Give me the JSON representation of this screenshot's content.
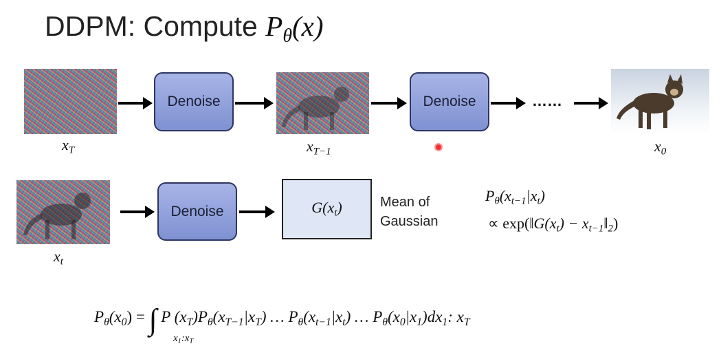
{
  "title": {
    "text": "DDPM: Compute ",
    "math": [
      [
        "P",
        ""
      ],
      [
        "θ",
        "sub"
      ],
      [
        "(x)",
        ""
      ]
    ]
  },
  "row1": {
    "denoise_1": "Denoise",
    "denoise_2": "Denoise",
    "ellipsis": "……",
    "label_xT": [
      [
        "x",
        ""
      ],
      [
        "T",
        "sub"
      ]
    ],
    "label_xT1": [
      [
        "x",
        ""
      ],
      [
        "T−1",
        "sub"
      ]
    ],
    "label_x0": [
      [
        "x",
        ""
      ],
      [
        "0",
        "sub"
      ]
    ]
  },
  "row2": {
    "denoise": "Denoise",
    "label_xt": [
      [
        "x",
        ""
      ],
      [
        "t",
        "sub"
      ]
    ],
    "g_box": [
      [
        "G(x",
        ""
      ],
      [
        "t",
        "sub"
      ],
      [
        ")",
        ""
      ]
    ],
    "mean_line1": "Mean of",
    "mean_line2": "Gaussian",
    "formula_line1": [
      [
        "P",
        ""
      ],
      [
        "θ",
        "sub"
      ],
      [
        "(x",
        ""
      ],
      [
        "t−1",
        "sub"
      ],
      [
        "|x",
        ""
      ],
      [
        "t",
        "sub"
      ],
      [
        ")",
        ""
      ]
    ],
    "formula_line2": [
      [
        "∝ exp(‖",
        "up"
      ],
      [
        "G(x",
        ""
      ],
      [
        "t",
        "sub"
      ],
      [
        ") − x",
        ""
      ],
      [
        "t−1",
        "sub"
      ],
      [
        "‖",
        "up"
      ],
      [
        "2",
        "sub"
      ],
      [
        ")",
        "up"
      ]
    ]
  },
  "bottom": {
    "formula": [
      [
        "P",
        ""
      ],
      [
        "θ",
        "sub"
      ],
      [
        "(x",
        ""
      ],
      [
        "0",
        "sub"
      ],
      [
        ") =  ",
        "up"
      ],
      [
        "∫",
        "up"
      ],
      [
        "  P (x",
        ""
      ],
      [
        "T",
        "sub"
      ],
      [
        ")P",
        ""
      ],
      [
        "θ",
        "sub"
      ],
      [
        "(x",
        ""
      ],
      [
        "T−1",
        "sub"
      ],
      [
        "|x",
        ""
      ],
      [
        "T",
        "sub"
      ],
      [
        ") … P",
        ""
      ],
      [
        "θ",
        "sub"
      ],
      [
        "(x",
        ""
      ],
      [
        "t−1",
        "sub"
      ],
      [
        "|x",
        ""
      ],
      [
        "t",
        "sub"
      ],
      [
        ") … P",
        ""
      ],
      [
        "θ",
        "sub"
      ],
      [
        "(x",
        ""
      ],
      [
        "0",
        "sub"
      ],
      [
        "|x",
        ""
      ],
      [
        "1",
        "sub"
      ],
      [
        ")dx",
        ""
      ],
      [
        "1",
        "sub"
      ],
      [
        ": x",
        ""
      ],
      [
        "T",
        "sub"
      ]
    ],
    "integral_limits": [
      [
        "x",
        ""
      ],
      [
        "1",
        "sub"
      ],
      [
        ":x",
        ""
      ],
      [
        "T",
        "sub"
      ]
    ]
  }
}
